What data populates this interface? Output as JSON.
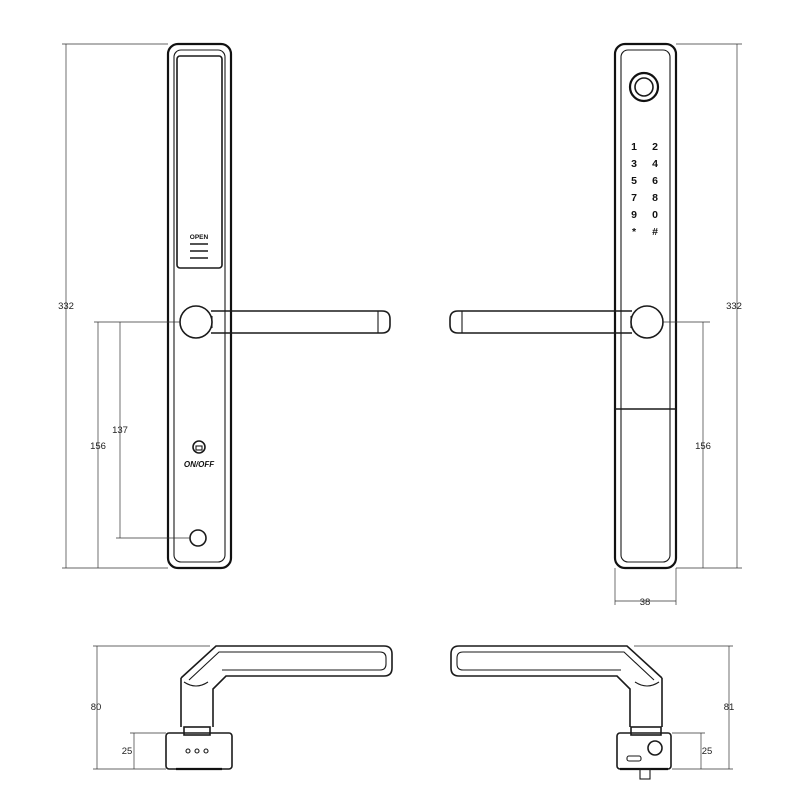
{
  "left_view": {
    "open_label": "OPEN",
    "onoff_label": "ON/OFF",
    "dims": {
      "height": "332",
      "handle_to_bottom": "156",
      "handle_to_keyhole": "137"
    }
  },
  "right_view": {
    "keypad": [
      "1",
      "2",
      "3",
      "4",
      "5",
      "6",
      "7",
      "8",
      "9",
      "0",
      "*",
      "#"
    ],
    "dims": {
      "height": "332",
      "handle_to_bottom": "156",
      "width": "38"
    }
  },
  "bottom_left": {
    "dims": {
      "height": "80",
      "base": "25"
    }
  },
  "bottom_right": {
    "dims": {
      "height": "81",
      "base": "25"
    }
  }
}
